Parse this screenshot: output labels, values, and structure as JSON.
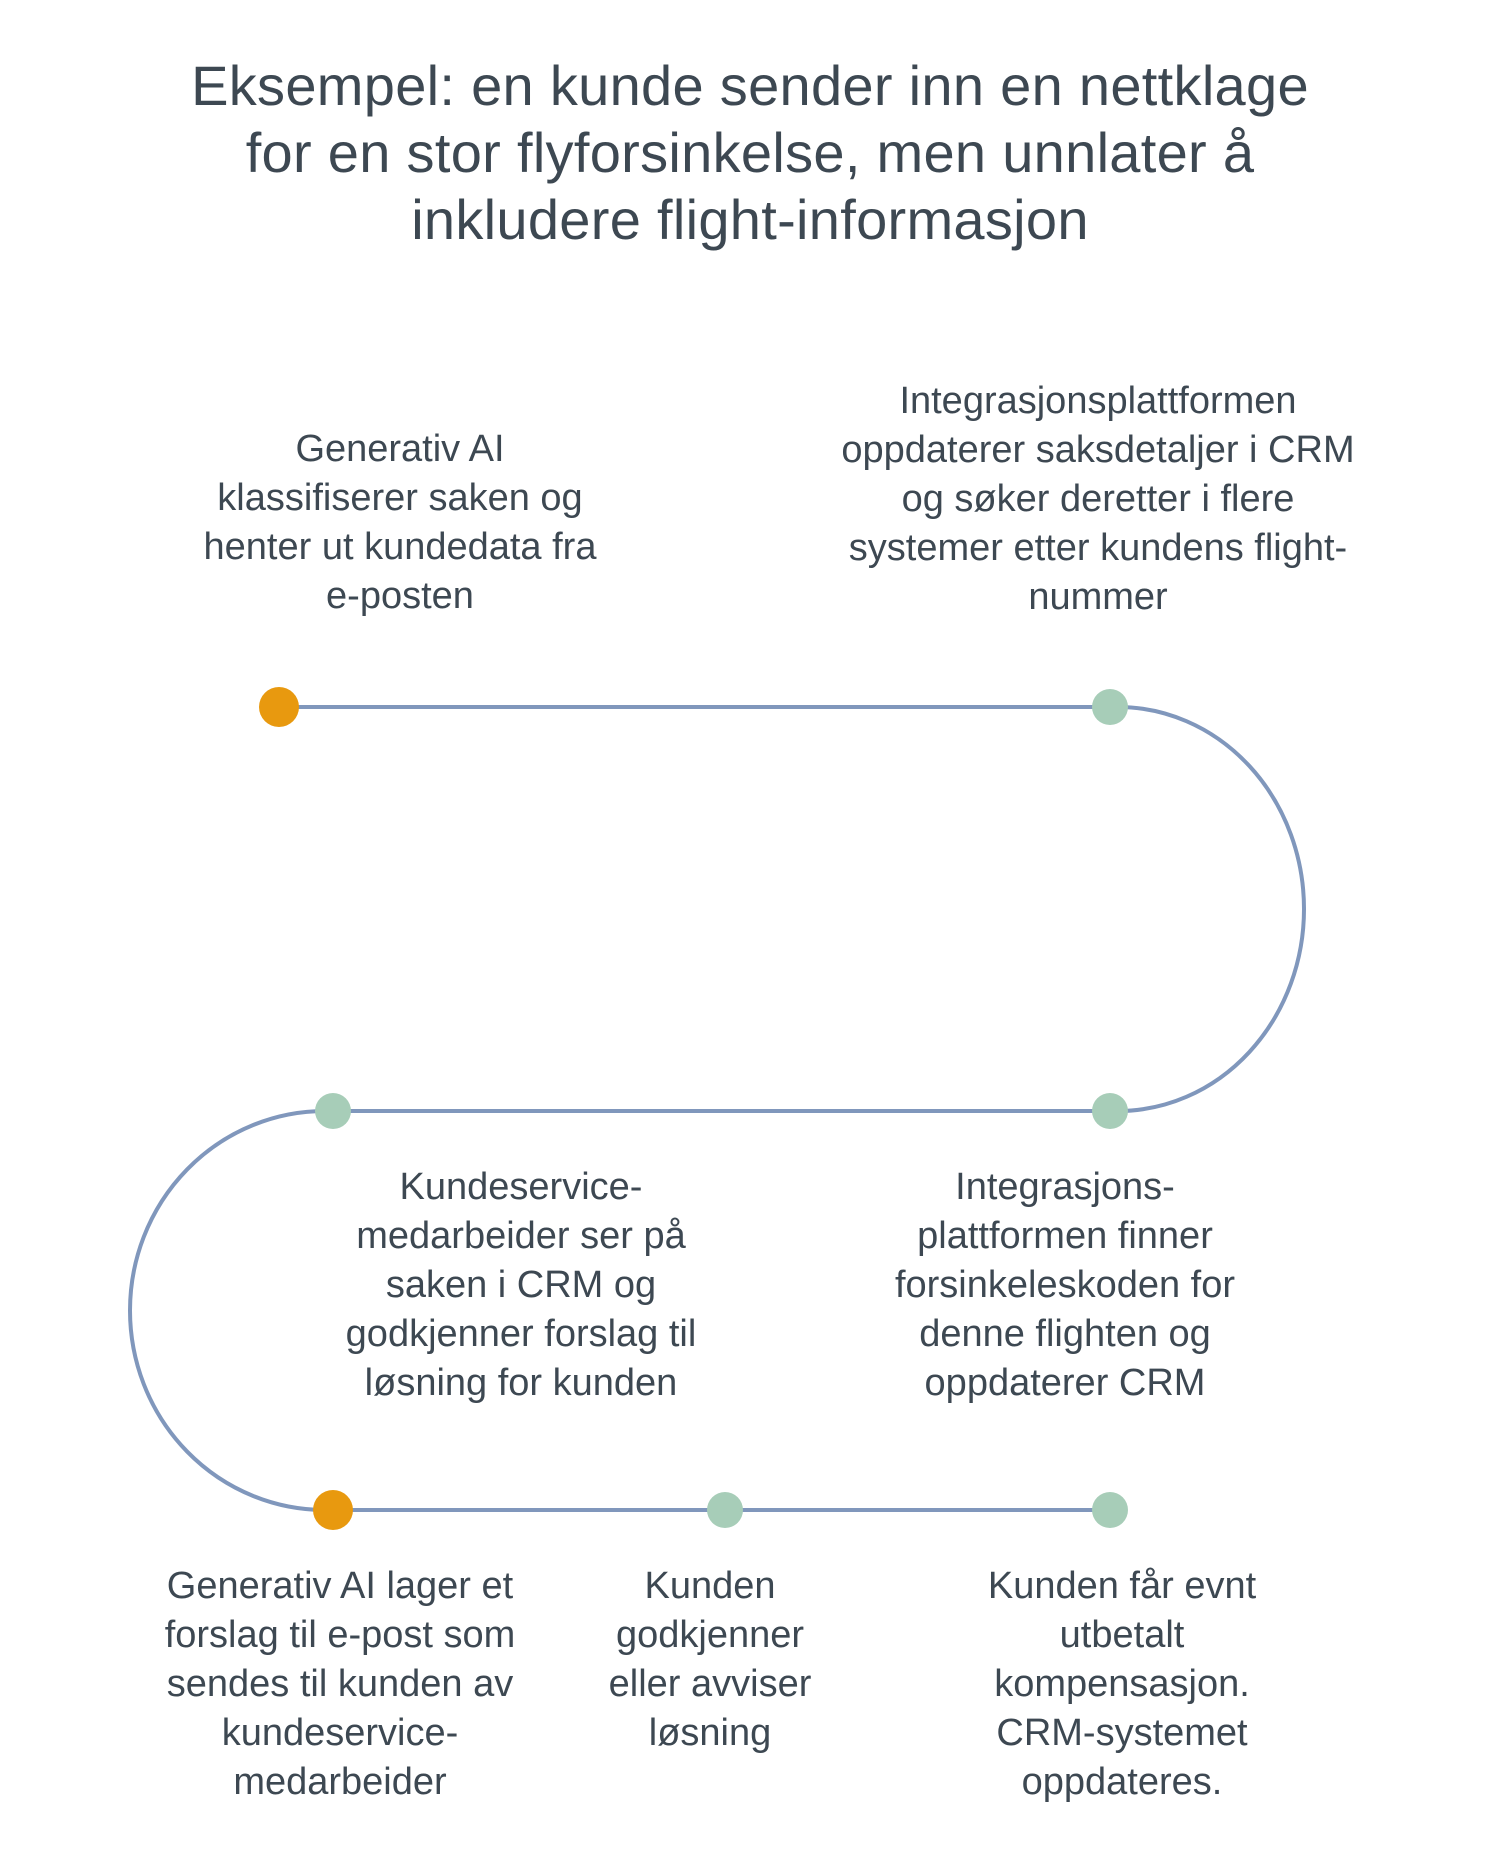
{
  "title": "Eksempel: en kunde sender inn en nettklage\nfor en stor flyforsinkelse, men unnlater å\ninkludere flight-informasjon",
  "colors": {
    "orange_dot": "#E8990F",
    "green_dot": "#A7CDB8",
    "line": "#8097BC",
    "text": "#3D4852",
    "background": "#FFFFFF"
  },
  "steps": [
    {
      "order": 1,
      "dot_color": "orange",
      "text": "Generativ AI\nklassifiserer saken og\nhenter ut kundedata fra\ne-posten"
    },
    {
      "order": 2,
      "dot_color": "green",
      "text": "Integrasjonsplattformen\noppdaterer saksdetaljer i CRM\nog søker deretter i flere\nsystemer etter kundens flight-\nnummer"
    },
    {
      "order": 3,
      "dot_color": "green",
      "text": "Integrasjons-\nplattformen finner\nforsinkeleskoden for\ndenne flighten og\noppdaterer CRM"
    },
    {
      "order": 4,
      "dot_color": "green",
      "text": "Kundeservice-\nmedarbeider ser på\nsaken i CRM og\ngodkjenner forslag til\nløsning for kunden"
    },
    {
      "order": 5,
      "dot_color": "orange",
      "text": "Generativ AI lager et\nforslag til e-post som\nsendes til kunden av\nkundeservice-\nmedarbeider"
    },
    {
      "order": 6,
      "dot_color": "green",
      "text": "Kunden\ngodkjenner\neller avviser\nløsning"
    },
    {
      "order": 7,
      "dot_color": "green",
      "text": "Kunden får evnt\nutbetalt\nkompensasjon.\nCRM-systemet\noppdateres."
    }
  ]
}
